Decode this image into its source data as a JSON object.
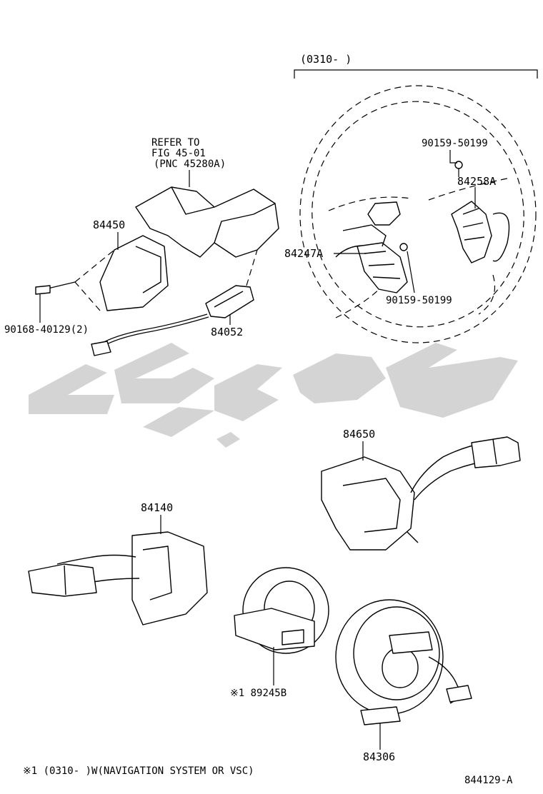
{
  "diagram": {
    "date_range_label": "(0310-      )",
    "labels": {
      "refer_line1": "REFER TO",
      "refer_line2": "FIG 45-01",
      "refer_line3": "(PNC 45280A)",
      "p84450": "84450",
      "p90168": "90168-40129(2)",
      "p84052": "84052",
      "p90159_top": "90159-50199",
      "p84258A": "84258A",
      "p84247A": "84247A",
      "p90159_bottom": "90159-50199",
      "p84650": "84650",
      "p84140": "84140",
      "p89245B": "※1 89245B",
      "p84306": "84306"
    },
    "footnote": "※1 (0310-      )W(NAVIGATION SYSTEM OR VSC)",
    "figure_code": "844129-A"
  },
  "watermark": {
    "color": "#d4d4d4"
  }
}
